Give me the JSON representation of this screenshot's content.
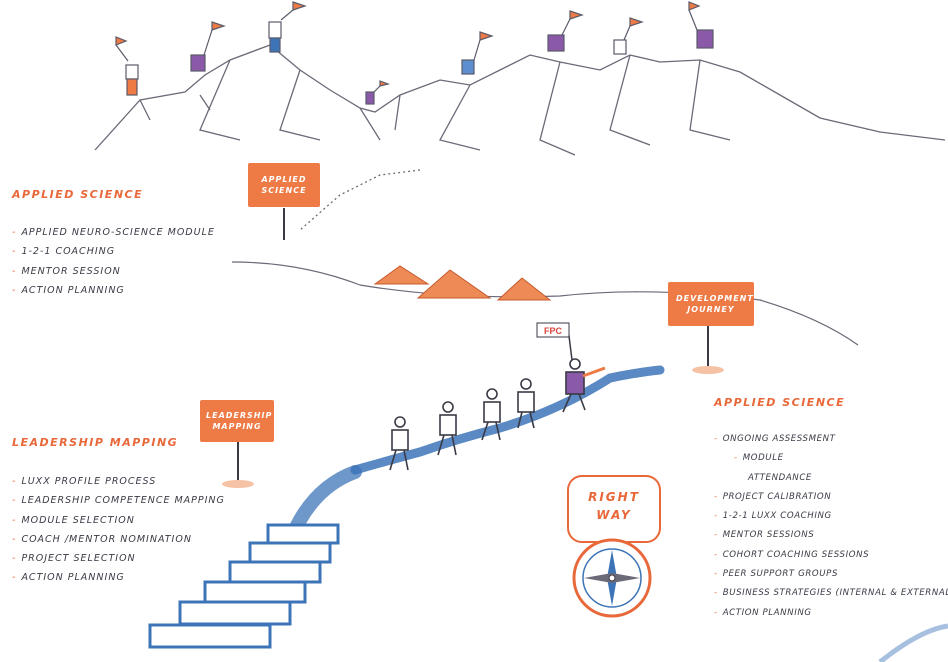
{
  "signs": {
    "applied_science": "APPLIED SCIENCE",
    "development_journey": "DEVELOPMENT JOURNEY",
    "leadership_mapping": "LEADERSHIP MAPPING"
  },
  "flag_label": "FPC",
  "compass": {
    "line1": "RIGHT",
    "line2": "WAY"
  },
  "sections": {
    "applied_science_top": {
      "heading": "APPLIED SCIENCE",
      "items": [
        "APPLIED NEURO-SCIENCE MODULE",
        "1-2-1 COACHING",
        "MENTOR SESSION",
        "ACTION PLANNING"
      ]
    },
    "leadership_mapping": {
      "heading": "LEADERSHIP MAPPING",
      "items": [
        "LUXX PROFILE PROCESS",
        "LEADERSHIP COMPETENCE MAPPING",
        "MODULE SELECTION",
        "COACH /MENTOR NOMINATION",
        "PROJECT SELECTION",
        "ACTION PLANNING"
      ]
    },
    "applied_science_right": {
      "heading": "APPLIED SCIENCE",
      "items": [
        "ONGOING ASSESSMENT",
        "MODULE",
        "ATTENDANCE",
        "PROJECT CALIBRATION",
        "1-2-1 LUXX COACHING",
        "MENTOR SESSIONS",
        "COHORT COACHING SESSIONS",
        "PEER SUPPORT GROUPS",
        "BUSINESS STRATEGIES (INTERNAL & EXTERNAL)",
        "ACTION PLANNING"
      ]
    }
  },
  "colors": {
    "accent": "#e8683a",
    "sign": "#ee7a45",
    "path_blue": "#3d74b8",
    "ink": "#3a3a46",
    "purple": "#8a5aa8"
  }
}
